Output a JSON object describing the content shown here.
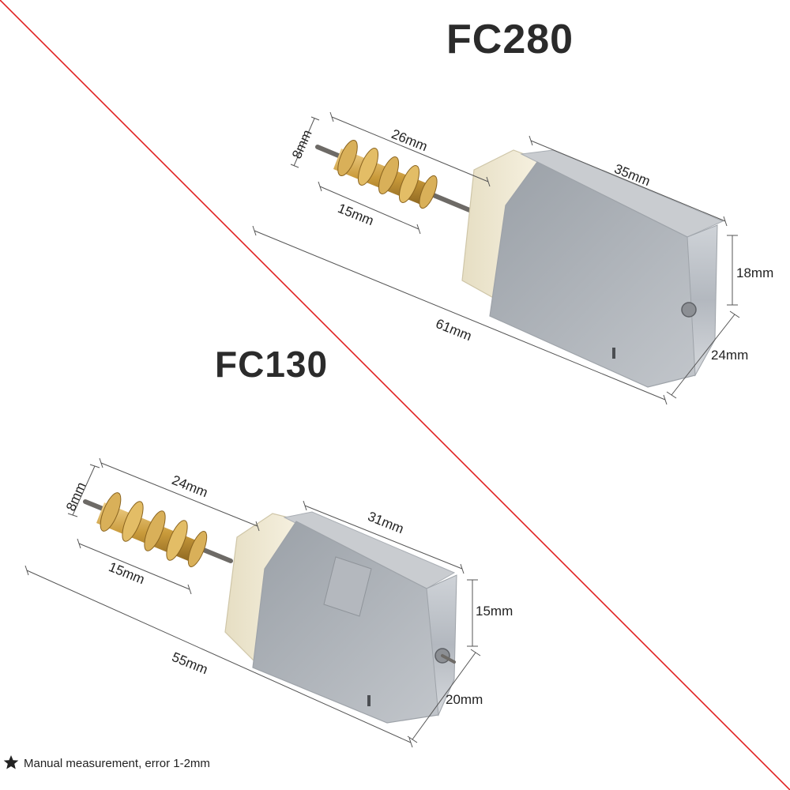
{
  "fc280": {
    "title": "FC280",
    "dims": {
      "gear_diameter": "8mm",
      "shaft_to_body": "26mm",
      "gear_length": "15mm",
      "body_length": "35mm",
      "body_height": "18mm",
      "body_width": "24mm",
      "total_length": "61mm"
    }
  },
  "fc130": {
    "title": "FC130",
    "dims": {
      "gear_diameter": "8mm",
      "shaft_to_body": "24mm",
      "gear_length": "15mm",
      "body_length": "31mm",
      "body_height": "15mm",
      "body_width": "20mm",
      "total_length": "55mm"
    }
  },
  "footnote": "Manual measurement, error 1-2mm",
  "icons": {
    "footnote": "star-icon"
  },
  "colors": {
    "divider": "#e02020",
    "brass": "#c99a3a",
    "steel": "#b9bec4",
    "plastic": "#f2ecd8",
    "text": "#2b2b2b"
  }
}
